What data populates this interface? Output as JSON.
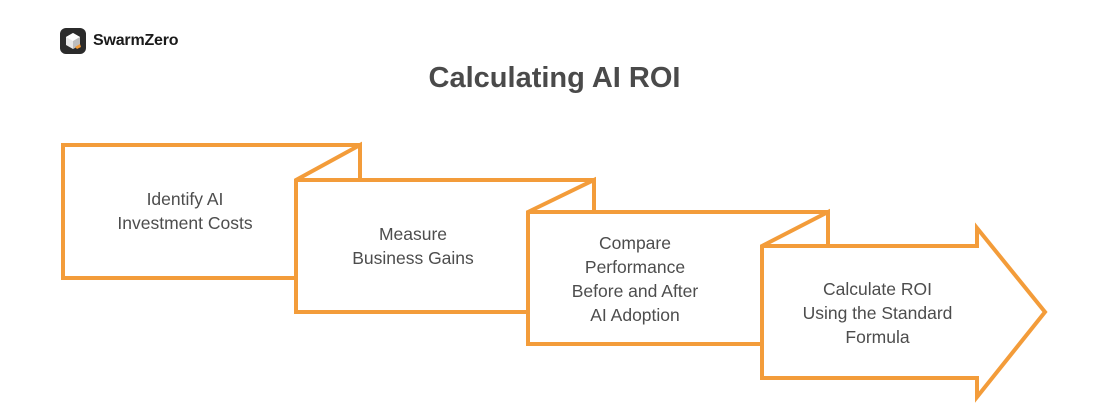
{
  "brand": {
    "name": "SwarmZero",
    "logo_icon": "hexagon-logo-icon"
  },
  "title": "Calculating AI ROI",
  "colors": {
    "accent": "#F39C3A",
    "text": "#4A4A4A",
    "background": "#FFFFFF"
  },
  "steps": [
    {
      "label": "Identify AI Investment Costs"
    },
    {
      "label": "Measure Business Gains"
    },
    {
      "label": "Compare Performance Before and After AI Adoption"
    },
    {
      "label": "Calculate ROI Using the Standard Formula"
    }
  ]
}
